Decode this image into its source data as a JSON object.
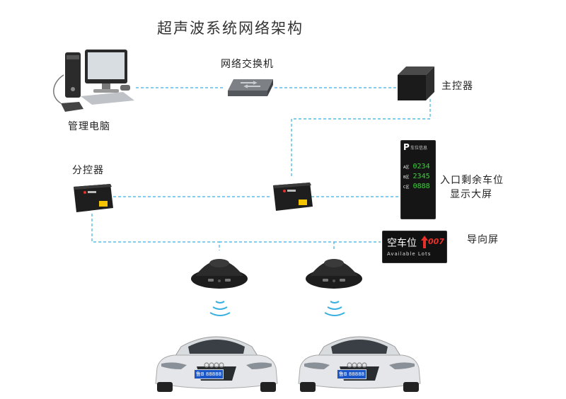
{
  "title": "超声波系统网络架构",
  "labels": {
    "pc": "管理电脑",
    "switch": "网络交换机",
    "main_controller": "主控器",
    "sub_controller": "分控器",
    "entrance_line1": "入口剩余车位",
    "entrance_line2": "显示大屏",
    "guide_screen": "导向屏"
  },
  "entrance_display": {
    "logo": "P",
    "header": "车位信息",
    "rows": [
      {
        "tag": "A区",
        "value": "0234"
      },
      {
        "tag": "B区",
        "value": "2345"
      },
      {
        "tag": "C区",
        "value": "0888"
      }
    ]
  },
  "guide_display": {
    "text_cn": "空车位",
    "text_en": "Available Lots",
    "count": "007"
  },
  "license_plate": "鲁B 88888",
  "colors": {
    "link": "#39b0e0",
    "led_green": "#3ad13a",
    "led_red": "#e8302a",
    "controller_body": "#222222",
    "controller_tag": "#f5c400"
  }
}
